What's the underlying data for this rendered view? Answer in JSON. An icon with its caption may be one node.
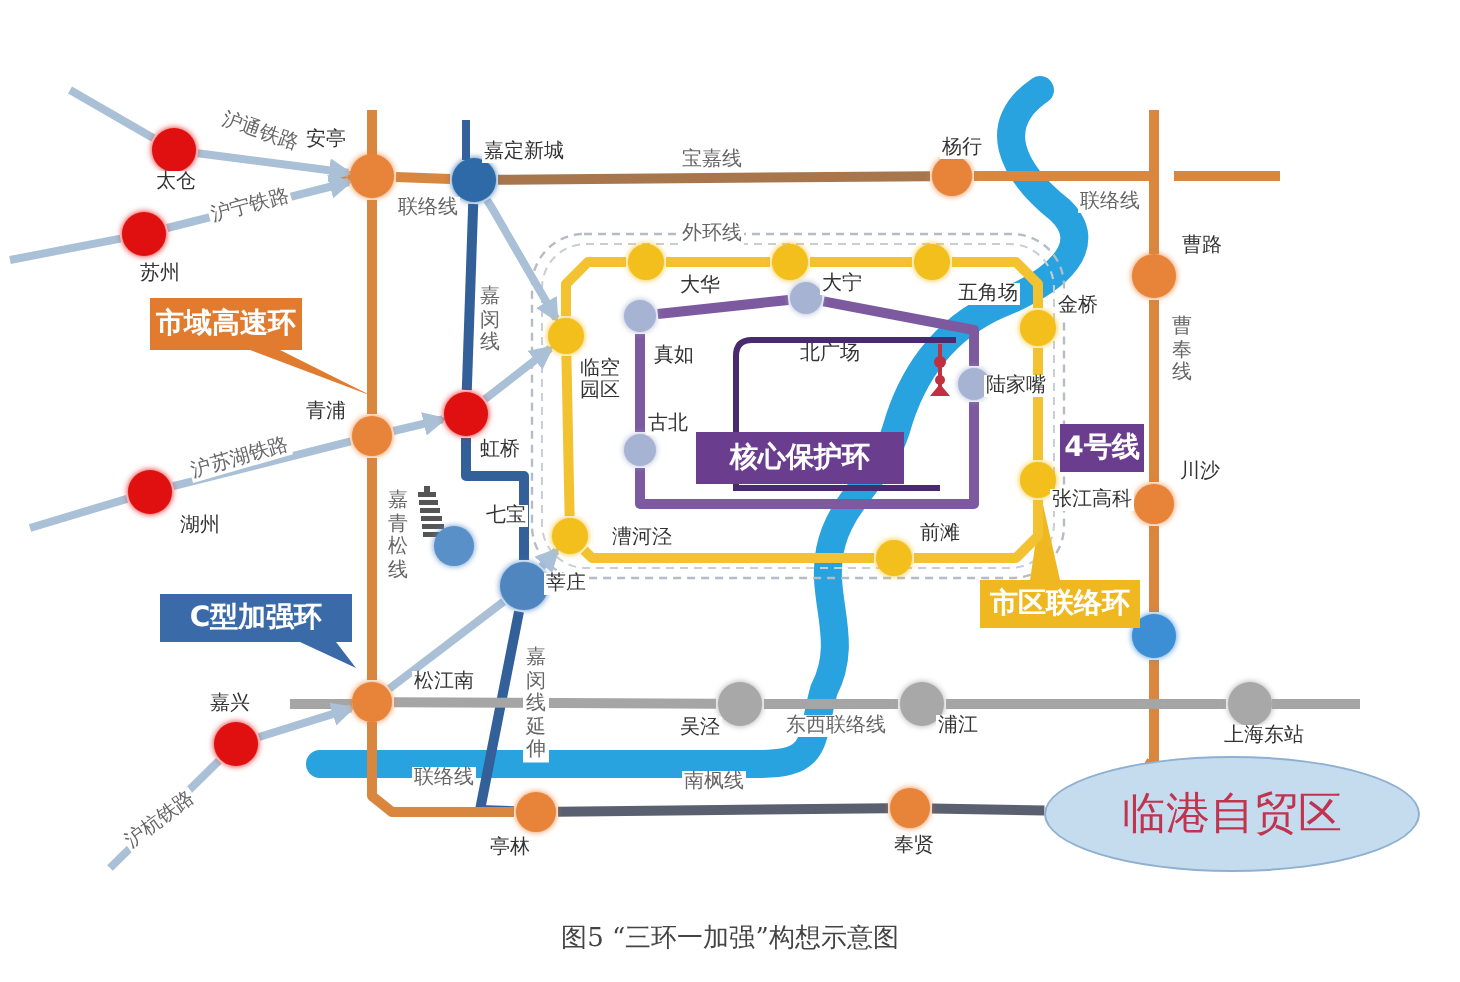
{
  "diagram": {
    "caption": "图5 “三环一加强”构想示意图",
    "nodes": [
      {
        "text": [],
        "shape": "circle",
        "beside": [
          "太仓"
        ]
      },
      {
        "text": [],
        "shape": "circle",
        "beside": [
          "苏州"
        ]
      },
      {
        "text": [],
        "shape": "circle",
        "beside": [
          "湖州"
        ]
      },
      {
        "text": [],
        "shape": "circle",
        "beside": [
          "嘉兴"
        ]
      },
      {
        "text": [],
        "shape": "circle",
        "beside": [
          "虹桥"
        ]
      },
      {
        "text": [],
        "shape": "circle",
        "beside": [
          "安亭"
        ]
      },
      {
        "text": [],
        "shape": "circle",
        "beside": [
          "青浦"
        ]
      },
      {
        "text": [],
        "shape": "circle",
        "beside": [
          "松江南"
        ]
      },
      {
        "text": [],
        "shape": "circle",
        "beside": [
          "亭林"
        ]
      },
      {
        "text": [],
        "shape": "circle",
        "beside": [
          "奉贤"
        ]
      },
      {
        "text": [],
        "shape": "circle",
        "beside": [
          "杨行"
        ]
      },
      {
        "text": [],
        "shape": "circle",
        "beside": [
          "曹路"
        ]
      },
      {
        "text": [],
        "shape": "circle",
        "beside": [
          "川沙"
        ]
      },
      {
        "text": [],
        "shape": "circle",
        "beside": [
          "嘉定新城"
        ]
      },
      {
        "text": [],
        "shape": "circle",
        "beside": [
          "七宝"
        ]
      },
      {
        "text": [],
        "shape": "circle",
        "beside": [
          "莘庄"
        ]
      },
      {
        "text": [],
        "shape": "circle"
      },
      {
        "text": [],
        "shape": "circle"
      },
      {
        "text": [],
        "shape": "circle"
      },
      {
        "text": [],
        "shape": "circle",
        "beside": [
          "五角场"
        ]
      },
      {
        "text": [],
        "shape": "circle",
        "beside": [
          "临空园区"
        ]
      },
      {
        "text": [],
        "shape": "circle",
        "beside": [
          "漕河泾"
        ]
      },
      {
        "text": [],
        "shape": "circle",
        "beside": [
          "前滩"
        ]
      },
      {
        "text": [],
        "shape": "circle",
        "beside": [
          "金桥"
        ]
      },
      {
        "text": [],
        "shape": "circle",
        "beside": [
          "张江高科"
        ]
      },
      {
        "text": [],
        "shape": "circle",
        "beside": [
          "大华"
        ]
      },
      {
        "text": [],
        "shape": "circle",
        "beside": [
          "大宁"
        ]
      },
      {
        "text": [],
        "shape": "circle",
        "beside": [
          "古北"
        ]
      },
      {
        "text": [],
        "shape": "circle",
        "beside": [
          "陆家嘴"
        ]
      },
      {
        "text": [],
        "shape": "circle",
        "beside": [
          "吴泾"
        ]
      },
      {
        "text": [],
        "shape": "circle",
        "beside": [
          "浦江"
        ]
      },
      {
        "text": [],
        "shape": "circle",
        "beside": [
          "上海东站"
        ]
      },
      {
        "text": [
          "市域高速环"
        ]
      },
      {
        "text": [
          "核心保护环"
        ]
      },
      {
        "text": [
          "4号线"
        ]
      },
      {
        "text": [
          "市区联络环"
        ]
      },
      {
        "text": [
          "C型加强环"
        ]
      },
      {
        "text": [
          "临港自贸区"
        ]
      }
    ],
    "edges": [
      {
        "from": null,
        "to": 0,
        "arrow": "none",
        "color": "#a9c0d6"
      },
      {
        "from": 0,
        "to": 5,
        "arrow": "to",
        "label": "沪通铁路",
        "color": "#a9c0d6"
      },
      {
        "from": null,
        "to": 1,
        "arrow": "none",
        "color": "#a9c0d6"
      },
      {
        "from": 1,
        "to": 5,
        "arrow": "to",
        "label": "沪宁铁路",
        "color": "#a9c0d6"
      },
      {
        "from": null,
        "to": 2,
        "arrow": "none",
        "color": "#a9c0d6"
      },
      {
        "from": 2,
        "to": 6,
        "arrow": "none",
        "label": "沪苏湖铁路",
        "color": "#a9c0d6"
      },
      {
        "from": 6,
        "to": 4,
        "arrow": "to",
        "color": "#a9c0d6"
      },
      {
        "from": null,
        "to": 3,
        "arrow": "none",
        "label": "沪杭铁路",
        "color": "#a9c0d6"
      },
      {
        "from": 3,
        "to": 7,
        "arrow": "to",
        "color": "#a9c0d6"
      },
      {
        "from": 7,
        "to": 15,
        "arrow": "none",
        "color": "#a9c0d6"
      },
      {
        "from": 15,
        "to": 21,
        "arrow": "to",
        "color": "#a9c0d6"
      },
      {
        "from": 13,
        "to": 20,
        "arrow": "to",
        "color": "#a9c0d6"
      },
      {
        "from": 4,
        "to": 20,
        "arrow": "to",
        "color": "#a9c0d6"
      },
      {
        "from": 5,
        "to": 6,
        "arrow": "none",
        "color": "#d9863f"
      },
      {
        "from": 6,
        "to": 7,
        "arrow": "none",
        "label": "嘉青松线",
        "color": "#d9863f"
      },
      {
        "from": 5,
        "to": 13,
        "arrow": "none",
        "label": "联络线",
        "color": "#d9863f"
      },
      {
        "from": 13,
        "to": 10,
        "arrow": "none",
        "label": "宝嘉线",
        "color": "#a8764d"
      },
      {
        "from": 10,
        "to": 11,
        "arrow": "none",
        "label": "联络线",
        "color": "#d9863f"
      },
      {
        "from": 11,
        "to": 12,
        "arrow": "none",
        "label": "曹奉线",
        "color": "#d9863f"
      },
      {
        "from": 12,
        "to": 16,
        "arrow": "none",
        "color": "#d9863f"
      },
      {
        "from": 16,
        "to": 37,
        "arrow": "none",
        "color": "#d9863f"
      },
      {
        "from": 13,
        "to": 4,
        "arrow": "none",
        "label": "嘉闵线",
        "color": "#34609a"
      },
      {
        "from": 4,
        "to": 15,
        "arrow": "none",
        "color": "#34609a"
      },
      {
        "from": 15,
        "to": 8,
        "arrow": "none",
        "label": "嘉闵线延伸",
        "color": "#34609a"
      },
      {
        "from": 7,
        "to": 8,
        "arrow": "none",
        "label": "联络线",
        "color": "#d9863f"
      },
      {
        "from": 8,
        "to": 9,
        "arrow": "none",
        "color": "#5a6070"
      },
      {
        "from": 9,
        "to": 37,
        "arrow": "none",
        "color": "#5a6070"
      },
      {
        "from": 7,
        "to": 29,
        "arrow": "none",
        "color": "#a5a5a5"
      },
      {
        "from": 29,
        "to": 30,
        "arrow": "none",
        "label": "东西联络线",
        "color": "#a5a5a5"
      },
      {
        "from": 30,
        "to": 31,
        "arrow": "none",
        "color": "#a5a5a5"
      },
      {
        "from": 20,
        "to": 17,
        "arrow": "none",
        "color": "#f2c230"
      },
      {
        "from": 17,
        "to": 18,
        "arrow": "none",
        "color": "#f2c230"
      },
      {
        "from": 18,
        "to": 19,
        "arrow": "none",
        "color": "#f2c230"
      },
      {
        "from": 19,
        "to": 23,
        "arrow": "none",
        "color": "#f2c230"
      },
      {
        "from": 23,
        "to": 24,
        "arrow": "none",
        "color": "#f2c230"
      },
      {
        "from": 24,
        "to": 22,
        "arrow": "none",
        "color": "#f2c230"
      },
      {
        "from": 22,
        "to": 21,
        "arrow": "none",
        "color": "#f2c230"
      },
      {
        "from": 21,
        "to": 20,
        "arrow": "none",
        "color": "#f2c230"
      },
      {
        "from": 25,
        "to": 26,
        "arrow": "none",
        "color": "#7d5aa0"
      },
      {
        "from": 26,
        "to": 28,
        "arrow": "none",
        "color": "#7d5aa0"
      },
      {
        "from": 28,
        "to": 27,
        "arrow": "none",
        "color": "#7d5aa0"
      },
      {
        "from": 27,
        "to": 25,
        "arrow": "none",
        "color": "#7d5aa0"
      }
    ],
    "labels": [
      "外环线",
      "真如",
      "北广场",
      "南枫线"
    ]
  }
}
